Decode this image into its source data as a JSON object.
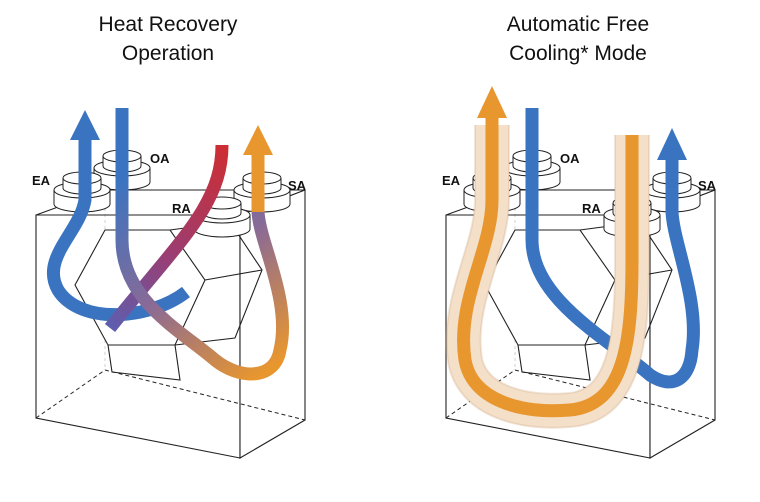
{
  "panels": [
    {
      "title": [
        "Heat Recovery",
        "Operation"
      ],
      "ports": {
        "ea": "EA",
        "oa": "OA",
        "ra": "RA",
        "sa": "SA"
      }
    },
    {
      "title": [
        "Automatic Free",
        "Cooling* Mode"
      ],
      "ports": {
        "ea": "EA",
        "oa": "OA",
        "ra": "RA",
        "sa": "SA"
      }
    }
  ],
  "colors": {
    "cold": "#3a74c0",
    "warm": "#e8962e",
    "hot": "#cc2e35",
    "bypass": "#f4dfc9",
    "outline": "#222222"
  }
}
